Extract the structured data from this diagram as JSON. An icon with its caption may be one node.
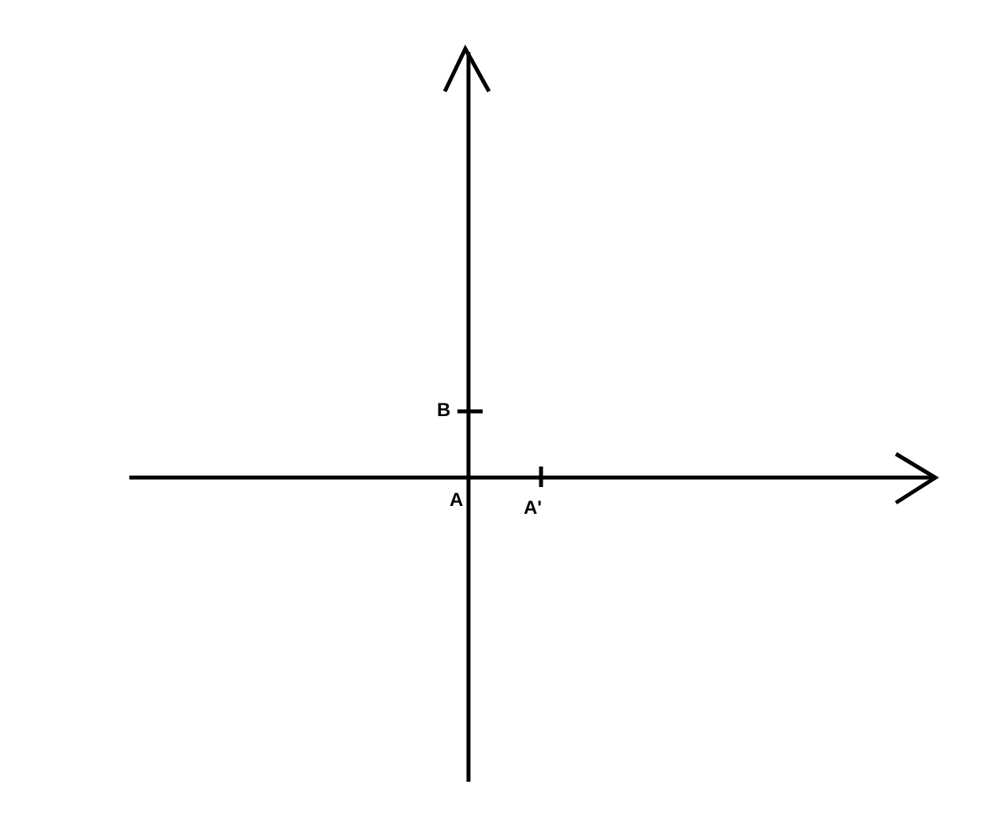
{
  "diagram": {
    "labels": [
      "B",
      "A",
      "A'"
    ]
  }
}
